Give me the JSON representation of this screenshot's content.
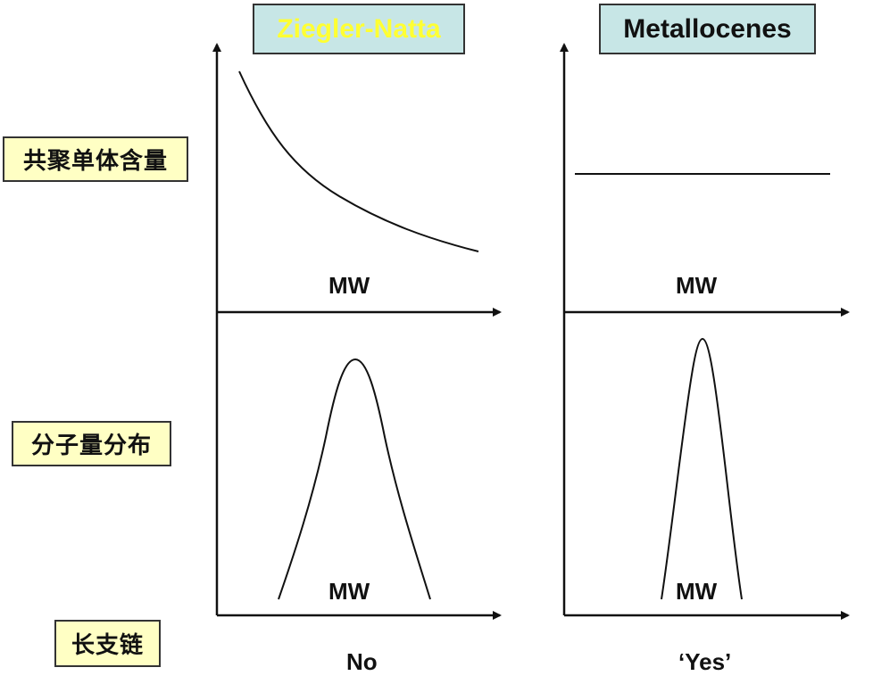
{
  "titles": {
    "left": "Ziegler-Natta",
    "right": "Metallocenes"
  },
  "row_labels": {
    "comonomer": "共聚单体含量",
    "mwd": "分子量分布",
    "lcb": "长支链"
  },
  "axis_labels": {
    "left_top_x": "MW",
    "left_bottom_x": "MW",
    "right_top_x": "MW",
    "right_bottom_x": "MW"
  },
  "answers": {
    "left": "No",
    "right": "‘Yes’"
  },
  "colors": {
    "title_bg": "#c7e6e6",
    "label_bg": "#ffffc4",
    "zn_text": "#ffff33",
    "line": "#111111"
  }
}
